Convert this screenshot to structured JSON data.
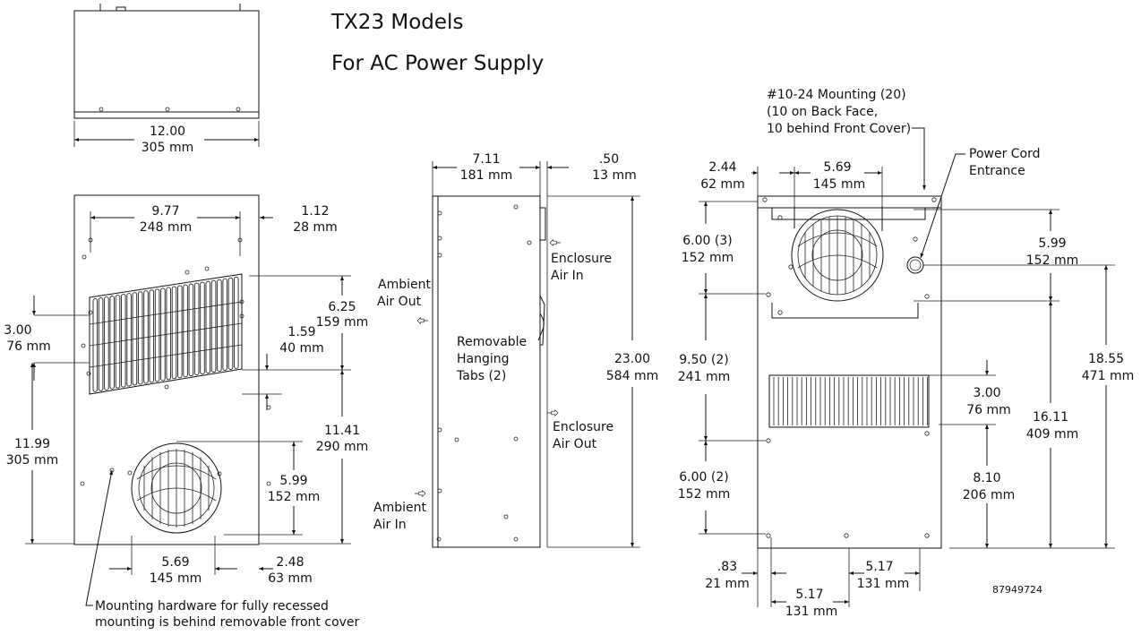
{
  "title": "TX23 Models",
  "subtitle": "For AC Power Supply",
  "part_number": "87949724",
  "top_view": {
    "width_in": "12.00",
    "width_mm": "305 mm"
  },
  "front_view": {
    "d1_in": "9.77",
    "d1_mm": "248 mm",
    "d2_in": "1.12",
    "d2_mm": "28 mm",
    "d3_in": "6.25",
    "d3_mm": "159 mm",
    "d4_in": "3.00",
    "d4_mm": "76 mm",
    "d5_in": "1.59",
    "d5_mm": "40 mm",
    "d6_in": "11.41",
    "d6_mm": "290 mm",
    "d7_in": "11.99",
    "d7_mm": "305 mm",
    "d8_in": "5.99",
    "d8_mm": "152 mm",
    "d9_in": "5.69",
    "d9_mm": "145 mm",
    "d10_in": "2.48",
    "d10_mm": "63 mm",
    "note_line1": "Mounting hardware for fully recessed",
    "note_line2": "mounting is behind removable front cover"
  },
  "side_view": {
    "d1_in": "7.11",
    "d1_mm": "181 mm",
    "d2_in": ".50",
    "d2_mm": "13 mm",
    "d3_in": "23.00",
    "d3_mm": "584 mm",
    "ambient_out_1": "Ambient",
    "ambient_out_2": "Air Out",
    "ambient_in_1": "Ambient",
    "ambient_in_2": "Air In",
    "enc_in_1": "Enclosure",
    "enc_in_2": "Air In",
    "enc_out_1": "Enclosure",
    "enc_out_2": "Air Out",
    "tabs_1": "Removable",
    "tabs_2": "Hanging",
    "tabs_3": "Tabs (2)"
  },
  "back_view": {
    "mount_1": "#10-24 Mounting (20)",
    "mount_2": "(10 on Back Face,",
    "mount_3": "10 behind Front Cover)",
    "cord_1": "Power Cord",
    "cord_2": "Entrance",
    "d1_in": "2.44",
    "d1_mm": "62 mm",
    "d2_in": "5.69",
    "d2_mm": "145 mm",
    "d3_in": "6.00 (3)",
    "d3_mm": "152 mm",
    "d4_in": "5.99",
    "d4_mm": "152 mm",
    "d5_in": "9.50 (2)",
    "d5_mm": "241 mm",
    "d6_in": "3.00",
    "d6_mm": "76 mm",
    "d7_in": "18.55",
    "d7_mm": "471 mm",
    "d8_in": "16.11",
    "d8_mm": "409 mm",
    "d9_in": "6.00 (2)",
    "d9_mm": "152 mm",
    "d10_in": "8.10",
    "d10_mm": "206 mm",
    "d11_in": ".83",
    "d11_mm": "21 mm",
    "d12_in": "5.17",
    "d12_mm": "131 mm",
    "d13_in": "5.17",
    "d13_mm": "131 mm"
  }
}
